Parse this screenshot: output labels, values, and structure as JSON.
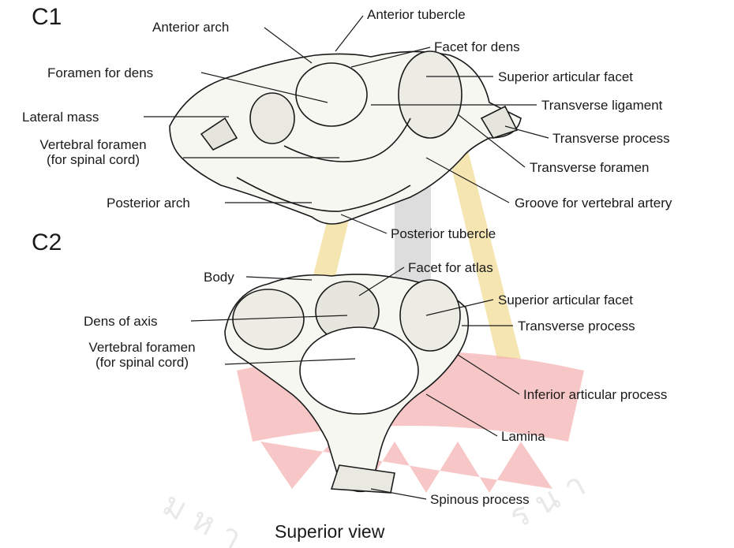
{
  "c1": {
    "title": "C1",
    "labels": {
      "anterior_arch": "Anterior arch",
      "anterior_tubercle": "Anterior tubercle",
      "facet_for_dens": "Facet for dens",
      "foramen_for_dens": "Foramen for dens",
      "superior_articular_facet": "Superior articular facet",
      "transverse_ligament": "Transverse ligament",
      "lateral_mass": "Lateral mass",
      "transverse_process": "Transverse process",
      "vertebral_foramen_1": "Vertebral foramen",
      "vertebral_foramen_2": "(for spinal cord)",
      "transverse_foramen": "Transverse foramen",
      "posterior_arch": "Posterior arch",
      "groove_vertebral_artery": "Groove for vertebral artery",
      "posterior_tubercle": "Posterior tubercle"
    }
  },
  "c2": {
    "title": "C2",
    "labels": {
      "facet_for_atlas": "Facet for atlas",
      "body": "Body",
      "superior_articular_facet": "Superior articular facet",
      "dens_of_axis": "Dens of axis",
      "transverse_process": "Transverse process",
      "vertebral_foramen_1": "Vertebral foramen",
      "vertebral_foramen_2": "(for spinal cord)",
      "inferior_articular_process": "Inferior articular process",
      "lamina": "Lamina",
      "spinous_process": "Spinous process"
    }
  },
  "caption": "Superior view",
  "colors": {
    "ink": "#1a1a1a",
    "watermark_gray": "#c9c9c9",
    "watermark_gold": "#e9c96a",
    "watermark_red": "#ef8f8f"
  }
}
